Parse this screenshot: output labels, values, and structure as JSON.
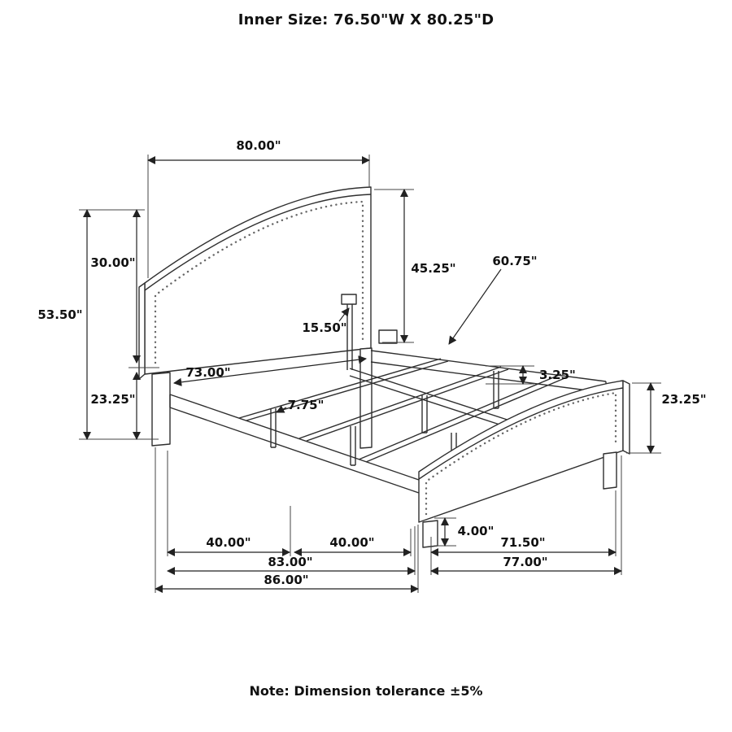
{
  "title": "Inner Size: 76.50\"W X 80.25\"D",
  "note": "Note: Dimension tolerance ±5%",
  "dimensions": {
    "width_80": "80.00\"",
    "height_30": "30.00\"",
    "height_53_50": "53.50\"",
    "leg_23_25_left": "23.25\"",
    "height_45_25": "45.25\"",
    "rail_60_75": "60.75\"",
    "bracket_15_50": "15.50\"",
    "inner_73": "73.00\"",
    "rail_3_25": "3.25\"",
    "leg_7_75": "7.75\"",
    "footboard_23_25": "23.25\"",
    "leg_4_00": "4.00\"",
    "span_40_a": "40.00\"",
    "span_40_b": "40.00\"",
    "span_71_50": "71.50\"",
    "span_83": "83.00\"",
    "span_77": "77.00\"",
    "span_86": "86.00\""
  }
}
